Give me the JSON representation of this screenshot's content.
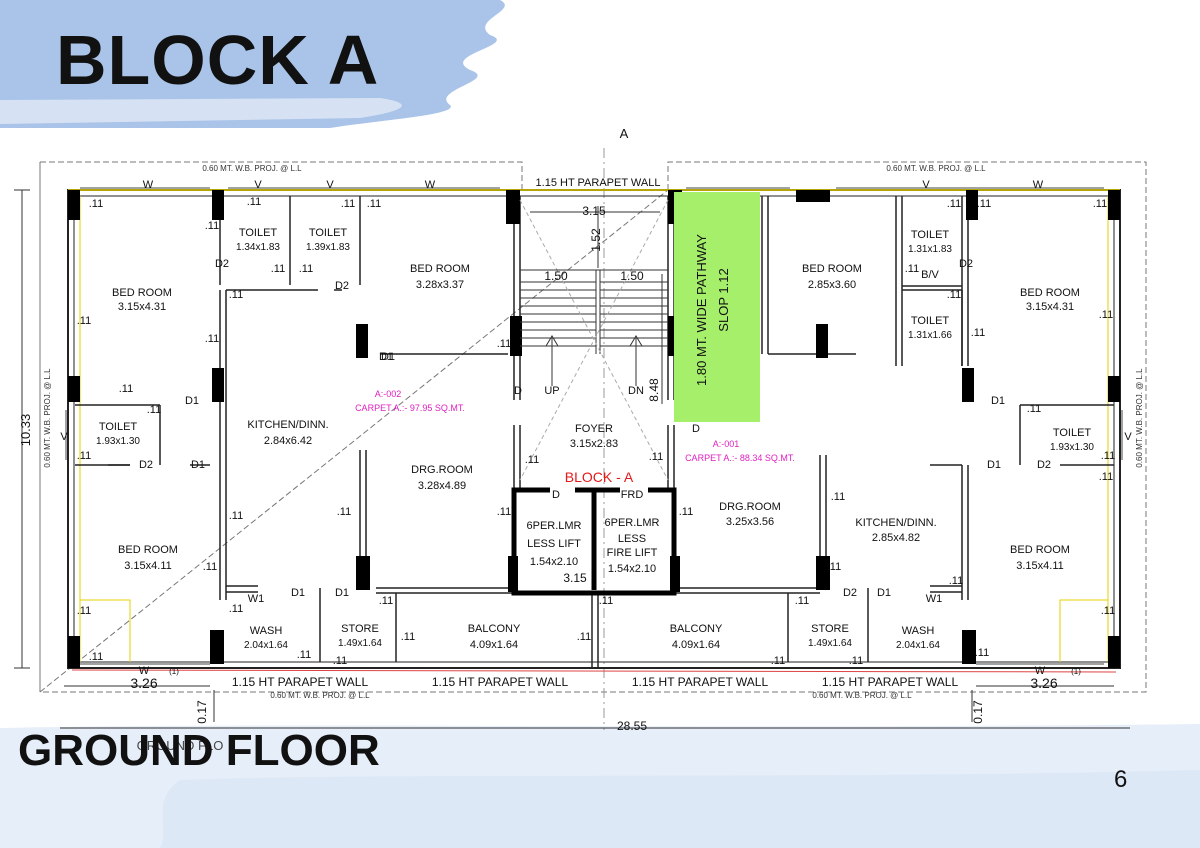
{
  "title": "BLOCK A",
  "subtitle": "GROUND FLOOR",
  "page_number": "6",
  "colors": {
    "brush_blue": "#a9c4e8",
    "brush_light": "#e6eef9",
    "wall": "#000000",
    "ramp": "#a6ef6a",
    "unit_label": "#e020c0",
    "block_label": "#e41a1a"
  },
  "plan": {
    "section_mark": "A",
    "overall_height": "10.33",
    "overall_width_partial": "28.55",
    "overlay_caption": "GROUND FLO",
    "proj_top_left": "0.60 MT. W.B. PROJ. @ L.L",
    "proj_top_right": "0.60 MT. W.B. PROJ. @ L.L",
    "proj_side_left": "0.60 MT. W.B. PROJ. @ L.L",
    "proj_side_right": "0.60 MT. W.B. PROJ. @ L.L",
    "proj_bottom_left": "0.60 MT. W.B. PROJ. @ L.L",
    "proj_bottom_right": "0.60 MT. W.B. PROJ. @ L.L",
    "parapet_top": "1.15 HT PARAPET WALL",
    "parapet_bottom": [
      "1.15 HT PARAPET WALL",
      "1.15 HT PARAPET WALL",
      "1.15 HT PARAPET WALL",
      "1.15 HT PARAPET WALL"
    ],
    "dim_326": "3.26",
    "dim_017": "0.17",
    "stair": {
      "width": "3.15",
      "flight": "1.52",
      "half1": "1.50",
      "half2": "1.50",
      "up": "UP",
      "dn": "DN",
      "height": "8.48"
    },
    "ramp": {
      "line1": "1.80 MT. WIDE PATHWAY",
      "line2": "SLOP 1.12"
    },
    "block_label": "BLOCK - A",
    "unit_left": {
      "name": "A:-002",
      "carpet": "CARPET A.:- 97.95 SQ.MT."
    },
    "unit_right": {
      "name": "A:-001",
      "carpet": "CARPET A.:- 88.34 SQ.MT."
    },
    "lifts": [
      {
        "l1": "6PER.LMR",
        "l2": "LESS LIFT",
        "size": "1.54x2.10"
      },
      {
        "l1": "6PER.LMR",
        "l2": "LESS",
        "l3": "FIRE LIFT",
        "size": "1.54x2.10"
      }
    ],
    "lift_width": "3.15",
    "rooms": [
      {
        "name": "BED ROOM",
        "size": "3.15x4.31"
      },
      {
        "name": "TOILET",
        "size": "1.34x1.83"
      },
      {
        "name": "TOILET",
        "size": "1.39x1.83"
      },
      {
        "name": "BED ROOM",
        "size": "3.28x3.37"
      },
      {
        "name": "KITCHEN/DINN.",
        "size": "2.84x6.42"
      },
      {
        "name": "TOILET",
        "size": "1.93x1.30"
      },
      {
        "name": "DRG.ROOM",
        "size": "3.28x4.89"
      },
      {
        "name": "FOYER",
        "size": "3.15x2.83"
      },
      {
        "name": "BED ROOM",
        "size": "3.15x4.11"
      },
      {
        "name": "WASH",
        "size": "2.04x1.64"
      },
      {
        "name": "STORE",
        "size": "1.49x1.64"
      },
      {
        "name": "BALCONY",
        "size": "4.09x1.64"
      },
      {
        "name": "BALCONY",
        "size": "4.09x1.64"
      },
      {
        "name": "STORE",
        "size": "1.49x1.64"
      },
      {
        "name": "WASH",
        "size": "2.04x1.64"
      },
      {
        "name": "BED ROOM",
        "size": "3.15x4.11"
      },
      {
        "name": "KITCHEN/DINN.",
        "size": "2.85x4.82"
      },
      {
        "name": "DRG.ROOM",
        "size": "3.25x3.56"
      },
      {
        "name": "TOILET",
        "size": "1.93x1.30"
      },
      {
        "name": "BED ROOM",
        "size": "3.15x4.31"
      },
      {
        "name": "TOILET",
        "size": "1.31x1.66"
      },
      {
        "name": "TOILET",
        "size": "1.31x1.83"
      },
      {
        "name": "BED ROOM",
        "size": "2.85x3.60"
      }
    ],
    "openings": [
      "W",
      "V",
      "V",
      "W",
      "V",
      "W",
      "V",
      "V",
      "D2",
      "D2",
      "D1",
      "D1",
      "D1",
      "D2",
      "D1",
      "D1",
      "D",
      "D",
      "FRD",
      "D",
      "D1",
      "D2",
      "D1",
      "D2",
      "D1",
      "D2",
      "D1",
      "W1",
      "W1",
      "B/V",
      "W",
      "W",
      "(1)",
      "(1)"
    ],
    "wall_thk": ".11"
  }
}
